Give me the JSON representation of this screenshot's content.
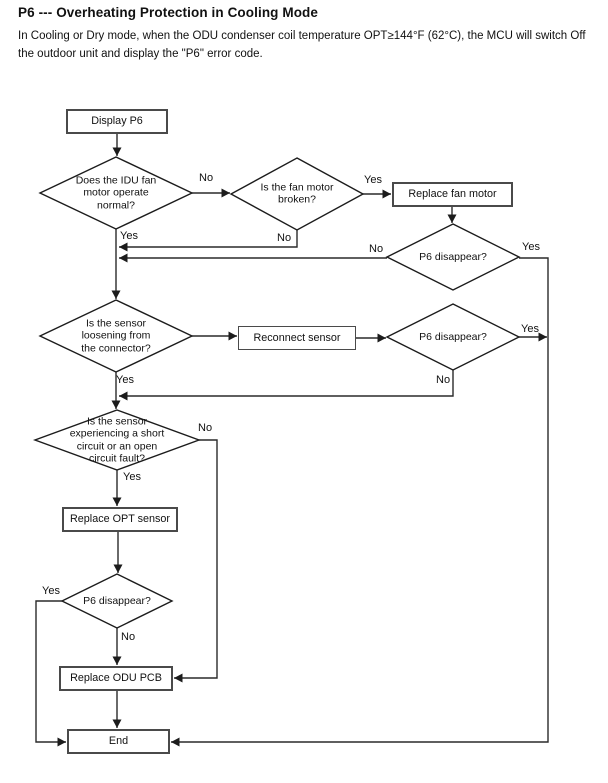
{
  "page": {
    "title": "P6 --- Overheating Protection in Cooling Mode",
    "description": "In Cooling or Dry mode, when the ODU condenser coil temperature OPT≥144°F (62°C), the MCU will switch Off the outdoor unit and display the \"P6\" error code."
  },
  "flowchart": {
    "type": "flowchart",
    "nodes": {
      "display_p6": {
        "label": "Display P6",
        "shape": "rect"
      },
      "idu_fan_normal": {
        "label": "Does the IDU fan\nmotor operate\nnormal?",
        "shape": "diamond"
      },
      "fan_motor_broken": {
        "label": "Is the fan motor\nbroken?",
        "shape": "diamond"
      },
      "replace_fan_motor": {
        "label": "Replace fan motor",
        "shape": "rect"
      },
      "p6_disappear_1": {
        "label": "P6 disappear?",
        "shape": "diamond"
      },
      "sensor_loosening": {
        "label": "Is the sensor\nloosening from\nthe connector?",
        "shape": "diamond"
      },
      "reconnect_sensor": {
        "label": "Reconnect sensor",
        "shape": "rect"
      },
      "p6_disappear_2": {
        "label": "P6 disappear?",
        "shape": "diamond"
      },
      "sensor_short_circuit": {
        "label": "Is the sensor\nexperiencing a short\ncircuit or an open\ncircuit fault?",
        "shape": "diamond"
      },
      "replace_opt_sensor": {
        "label": "Replace OPT sensor",
        "shape": "rect"
      },
      "p6_disappear_3": {
        "label": "P6 disappear?",
        "shape": "diamond"
      },
      "replace_odu_pcb": {
        "label": "Replace ODU PCB",
        "shape": "rect"
      },
      "end": {
        "label": "End",
        "shape": "rect"
      }
    },
    "labels": {
      "yes": "Yes",
      "no": "No"
    },
    "edges": [
      {
        "from": "display_p6",
        "to": "idu_fan_normal",
        "label": ""
      },
      {
        "from": "idu_fan_normal",
        "to": "fan_motor_broken",
        "label": "No"
      },
      {
        "from": "idu_fan_normal",
        "to": "sensor_loosening",
        "label": "Yes"
      },
      {
        "from": "fan_motor_broken",
        "to": "replace_fan_motor",
        "label": "Yes"
      },
      {
        "from": "fan_motor_broken",
        "to": "sensor_loosening",
        "label": "No"
      },
      {
        "from": "replace_fan_motor",
        "to": "p6_disappear_1",
        "label": ""
      },
      {
        "from": "p6_disappear_1",
        "to": "sensor_loosening",
        "label": "No"
      },
      {
        "from": "p6_disappear_1",
        "to": "end",
        "label": "Yes"
      },
      {
        "from": "sensor_loosening",
        "to": "reconnect_sensor",
        "label": ""
      },
      {
        "from": "sensor_loosening",
        "to": "sensor_short_circuit",
        "label": "Yes"
      },
      {
        "from": "reconnect_sensor",
        "to": "p6_disappear_2",
        "label": ""
      },
      {
        "from": "p6_disappear_2",
        "to": "end",
        "label": "Yes"
      },
      {
        "from": "p6_disappear_2",
        "to": "sensor_short_circuit",
        "label": "No"
      },
      {
        "from": "sensor_short_circuit",
        "to": "replace_opt_sensor",
        "label": "Yes"
      },
      {
        "from": "sensor_short_circuit",
        "to": "replace_odu_pcb",
        "label": "No"
      },
      {
        "from": "replace_opt_sensor",
        "to": "p6_disappear_3",
        "label": ""
      },
      {
        "from": "p6_disappear_3",
        "to": "end",
        "label": "Yes"
      },
      {
        "from": "p6_disappear_3",
        "to": "replace_odu_pcb",
        "label": "No"
      },
      {
        "from": "replace_odu_pcb",
        "to": "end",
        "label": ""
      }
    ]
  },
  "colors": {
    "background": "#ffffff",
    "text": "#111111",
    "line": "#2a2a2a",
    "box_border": "#4a4a4a"
  }
}
